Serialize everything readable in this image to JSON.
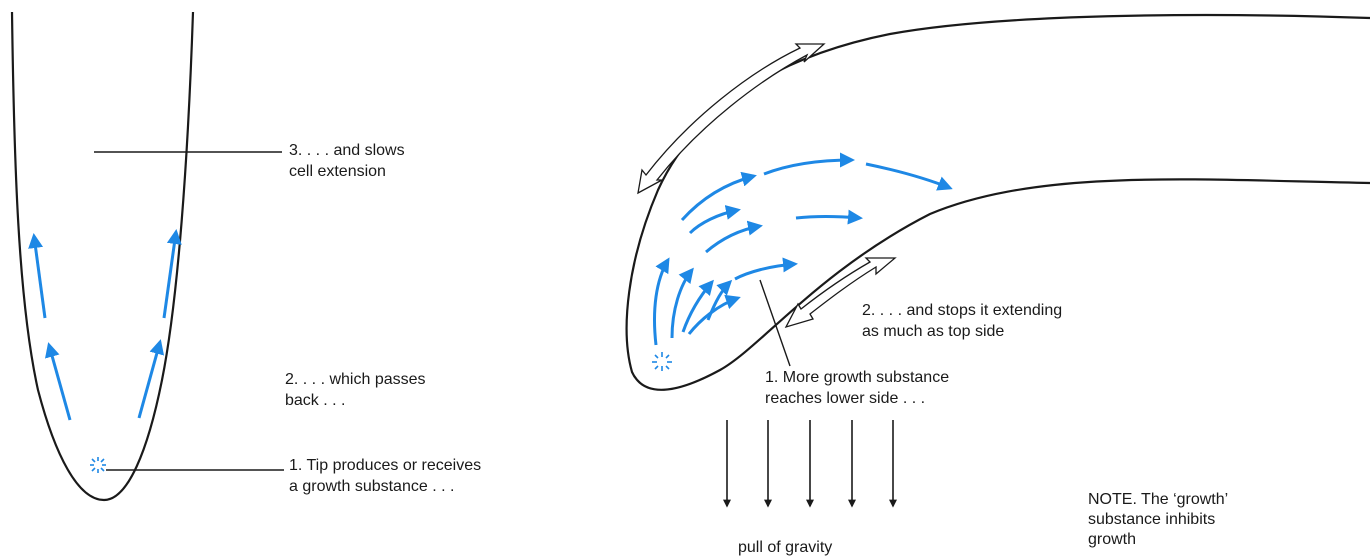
{
  "colors": {
    "outline": "#1a1a1a",
    "substance_arrow": "#1e88e5",
    "background": "#ffffff"
  },
  "vertical_root": {
    "label_3": [
      "3. . . . and slows",
      "cell extension"
    ],
    "label_2": [
      "2. . . . which passes",
      "back . . ."
    ],
    "label_1": [
      "1. Tip produces or receives",
      "a growth substance . . ."
    ]
  },
  "horizontal_root": {
    "label_2": [
      "2. . . . and stops it extending",
      "as much as top side"
    ],
    "label_1": [
      "1. More growth substance",
      "reaches lower side . . ."
    ],
    "gravity_label": "pull of gravity",
    "note": [
      "NOTE. The ‘growth’",
      "substance inhibits",
      "growth"
    ]
  }
}
